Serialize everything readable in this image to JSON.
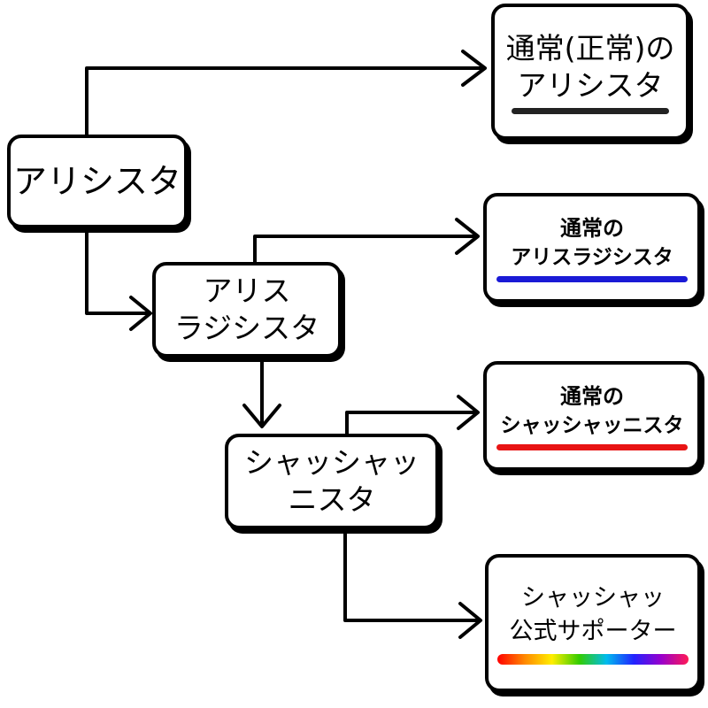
{
  "nodes": {
    "root": {
      "label": "アリシスタ"
    },
    "alisu_rajisisuta": {
      "line1": "アリス",
      "line2": "ラジシスタ"
    },
    "shaasha_nisuta": {
      "line1": "シャッシャッ",
      "line2": "ニスタ"
    },
    "normal_alisisuta": {
      "line1": "通常(正常)の",
      "line2": "アリシスタ",
      "underline_color": "#222222"
    },
    "normal_alisu_rajisisuta": {
      "line1": "通常の",
      "line2": "アリスラジシスタ",
      "underline_color": "#1a1ad6"
    },
    "normal_shaasha_nisuta": {
      "line1": "通常の",
      "line2": "シャッシャッニスタ",
      "underline_color": "#e81414"
    },
    "official_supporter": {
      "line1": "シャッシャッ",
      "line2": "公式サポーター",
      "underline_color": "rainbow"
    }
  }
}
